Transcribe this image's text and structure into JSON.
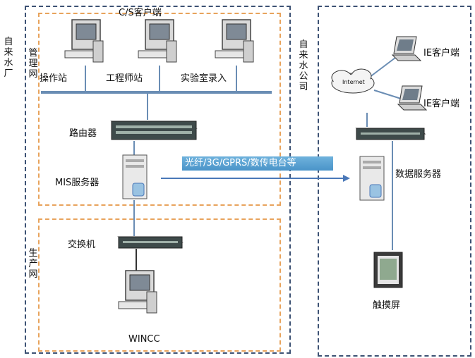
{
  "labels": {
    "cs_client": "C/S客户端",
    "operator_station": "操作站",
    "engineer_station": "工程师站",
    "lab_entry": "实验室录入",
    "router": "路由器",
    "mis_server": "MIS服务器",
    "link": "光纤/3G/GPRS/数传电台等",
    "switch": "交换机",
    "wincc": "WINCC",
    "ie_client_1": "IE客户端",
    "ie_client_2": "IE客户端",
    "internet": "Internet",
    "data_server": "数据服务器",
    "touch_screen": "触摸屏",
    "water_plant": "自来水厂",
    "water_company": "自来水公司",
    "mgmt_net": "管理网",
    "prod_net": "生产网"
  },
  "colors": {
    "outer_border": "#3d5274",
    "inner_border": "#e8a35c",
    "bus_line": "#6a8db4",
    "banner": "#4a94c9"
  }
}
